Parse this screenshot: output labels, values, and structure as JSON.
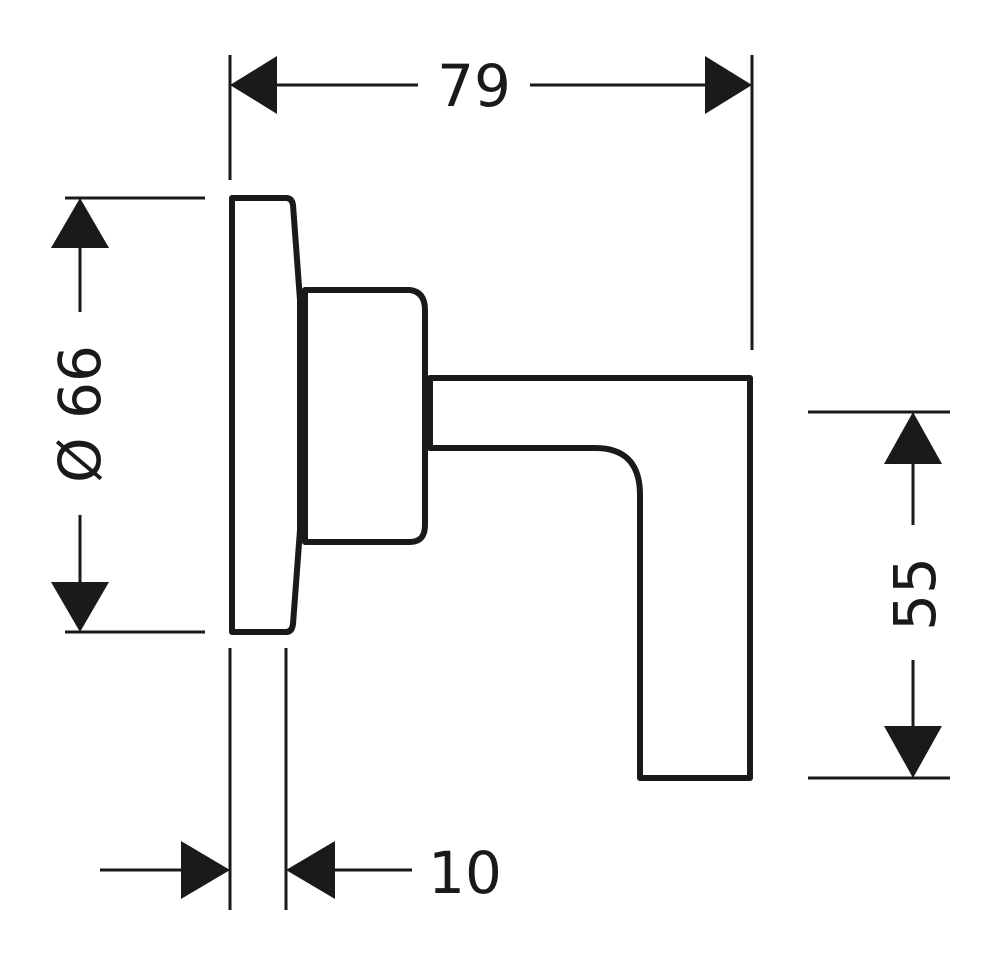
{
  "drawing": {
    "colors": {
      "line": "#1a1a1a",
      "background": "#ffffff"
    },
    "dimensions": {
      "width": "79",
      "diameter": "Ø 66",
      "height": "55",
      "depth": "10"
    }
  }
}
